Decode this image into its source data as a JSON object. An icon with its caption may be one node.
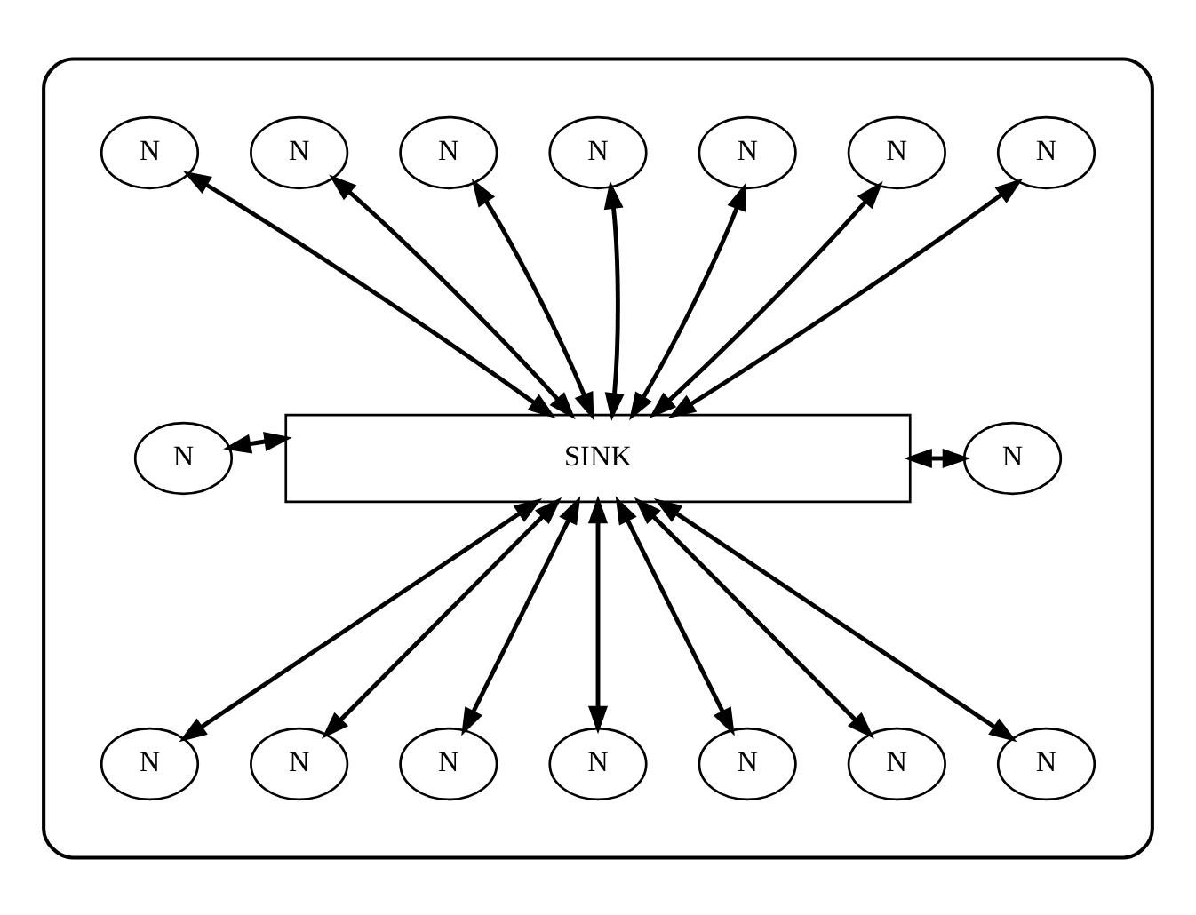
{
  "diagram": {
    "nodes": [
      {
        "text": [],
        "shape": "cloud"
      },
      {
        "text": [
          "SINK"
        ],
        "in": 0
      },
      {
        "text": [
          "N"
        ],
        "in": 0
      },
      {
        "text": [
          "N"
        ],
        "in": 0
      },
      {
        "text": [
          "N"
        ],
        "in": 0
      },
      {
        "text": [
          "N"
        ],
        "in": 0
      },
      {
        "text": [
          "N"
        ],
        "in": 0
      },
      {
        "text": [
          "N"
        ],
        "in": 0
      },
      {
        "text": [
          "N"
        ],
        "in": 0
      },
      {
        "text": [
          "N"
        ],
        "in": 0
      },
      {
        "text": [
          "N"
        ],
        "in": 0
      },
      {
        "text": [
          "N"
        ],
        "in": 0
      },
      {
        "text": [
          "N"
        ],
        "in": 0
      },
      {
        "text": [
          "N"
        ],
        "in": 0
      },
      {
        "text": [
          "N"
        ],
        "in": 0
      },
      {
        "text": [
          "N"
        ],
        "in": 0
      },
      {
        "text": [
          "N"
        ],
        "in": 0
      },
      {
        "text": [
          "N"
        ],
        "in": 0
      }
    ],
    "edges": [
      {
        "from": 1,
        "to": 2,
        "arrow": "both"
      },
      {
        "from": 1,
        "to": 3,
        "arrow": "both"
      },
      {
        "from": 1,
        "to": 4,
        "arrow": "both"
      },
      {
        "from": 1,
        "to": 5,
        "arrow": "both"
      },
      {
        "from": 1,
        "to": 6,
        "arrow": "both"
      },
      {
        "from": 1,
        "to": 7,
        "arrow": "both"
      },
      {
        "from": 1,
        "to": 8,
        "arrow": "both"
      },
      {
        "from": 1,
        "to": 9,
        "arrow": "both"
      },
      {
        "from": 1,
        "to": 10,
        "arrow": "both"
      },
      {
        "from": 1,
        "to": 11,
        "arrow": "both"
      },
      {
        "from": 1,
        "to": 12,
        "arrow": "both"
      },
      {
        "from": 1,
        "to": 13,
        "arrow": "both"
      },
      {
        "from": 1,
        "to": 14,
        "arrow": "both"
      },
      {
        "from": 1,
        "to": 15,
        "arrow": "both"
      },
      {
        "from": 1,
        "to": 16,
        "arrow": "both"
      },
      {
        "from": 1,
        "to": 17,
        "arrow": "both"
      }
    ]
  }
}
